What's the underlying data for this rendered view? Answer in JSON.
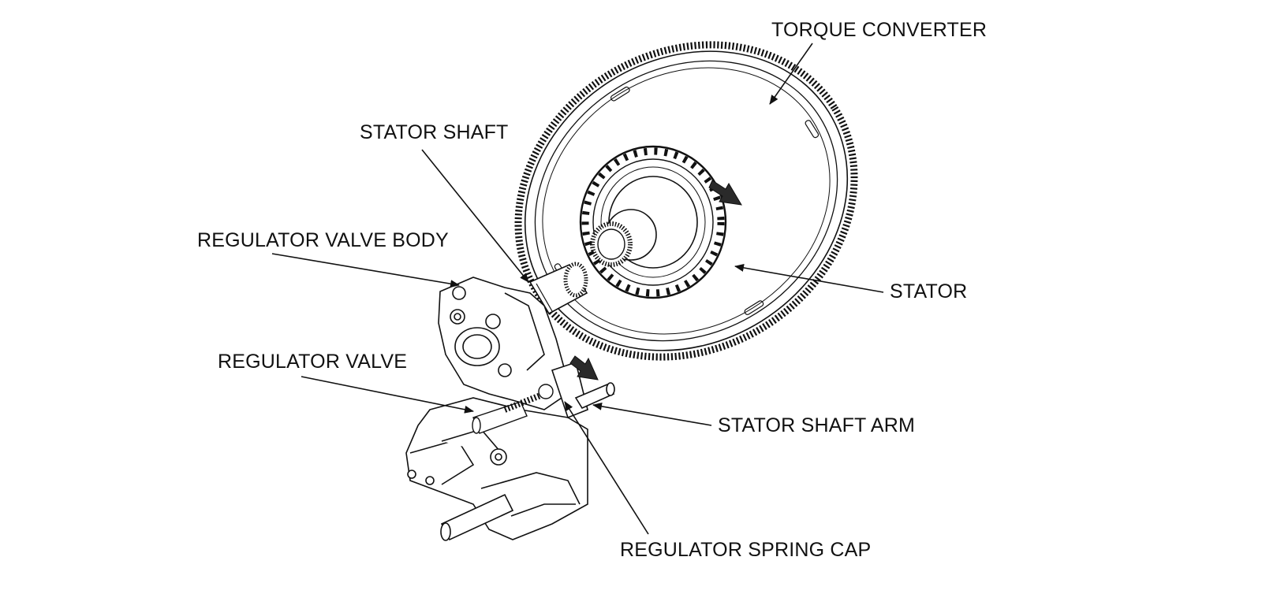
{
  "labels": {
    "torque_converter": "TORQUE CONVERTER",
    "stator_shaft": "STATOR SHAFT",
    "regulator_valve_body": "REGULATOR VALVE BODY",
    "stator": "STATOR",
    "regulator_valve": "REGULATOR VALVE",
    "stator_shaft_arm": "STATOR SHAFT ARM",
    "regulator_spring_cap": "REGULATOR SPRING CAP"
  },
  "colors": {
    "line": "#111111",
    "background": "#ffffff",
    "arrow_fill": "#2a2a2a"
  }
}
